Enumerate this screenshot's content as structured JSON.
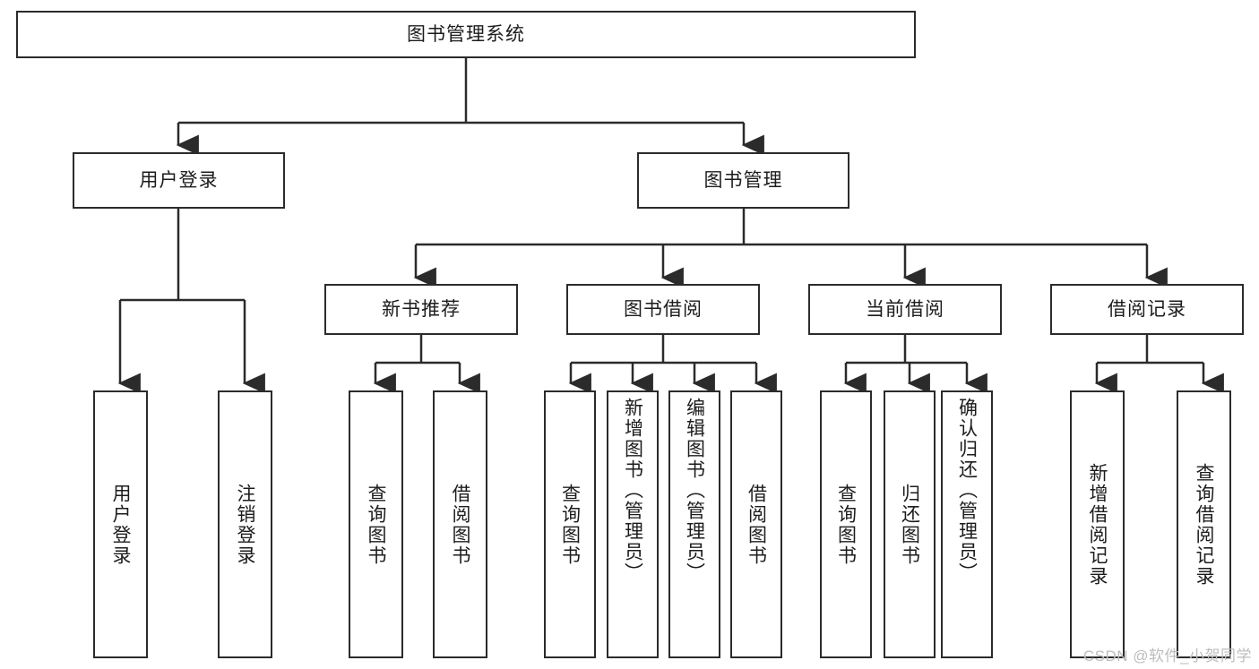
{
  "diagram": {
    "title": "图书管理系统",
    "type": "tree-hierarchy",
    "root": {
      "label": "图书管理系统"
    },
    "level2": [
      {
        "label": "用户登录"
      },
      {
        "label": "图书管理"
      }
    ],
    "level3": [
      {
        "label": "新书推荐"
      },
      {
        "label": "图书借阅"
      },
      {
        "label": "当前借阅"
      },
      {
        "label": "借阅记录"
      }
    ],
    "leaves": {
      "user_login": [
        {
          "label": "用户登录"
        },
        {
          "label": "注销登录"
        }
      ],
      "new_book_recommend": [
        {
          "label": "查询图书"
        },
        {
          "label": "借阅图书"
        }
      ],
      "book_borrow": [
        {
          "label": "查询图书"
        },
        {
          "label": "新增图书（管理员）"
        },
        {
          "label": "编辑图书（管理员）"
        },
        {
          "label": "借阅图书"
        }
      ],
      "current_borrow": [
        {
          "label": "查询图书"
        },
        {
          "label": "归还图书"
        },
        {
          "label": "确认归还（管理员）"
        }
      ],
      "borrow_record": [
        {
          "label": "新增借阅记录"
        },
        {
          "label": "查询借阅记录"
        }
      ]
    },
    "watermark": "CSDN @软件_小贺同学",
    "colors": {
      "stroke": "#2b2b2b",
      "fill": "#ffffff",
      "text": "#1c1c1c",
      "watermark": "#bdbdbd"
    }
  }
}
